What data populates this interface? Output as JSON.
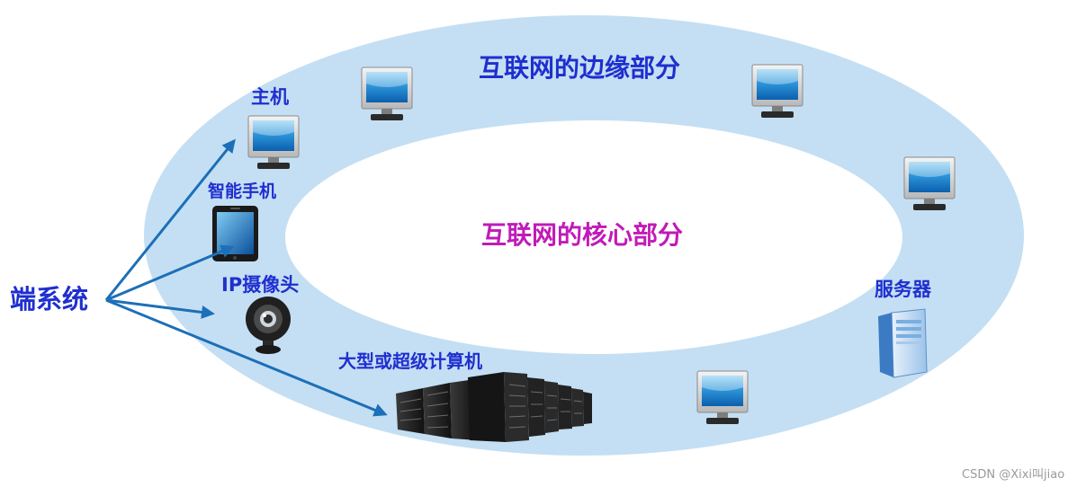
{
  "edge_title": "互联网的边缘部分",
  "core_title": "互联网的核心部分",
  "labels": {
    "host": "主机",
    "phone": "智能手机",
    "camera": "IP摄像头",
    "supercomputer": "大型或超级计算机",
    "server": "服务器",
    "end_system": "端系统"
  },
  "watermark": "CSDN @Xixi叫jiao",
  "colors": {
    "ring": "#c4dff3",
    "inner": "#ffffff",
    "label_blue": "#1f2fcf",
    "core_magenta": "#c11ab8",
    "arrow": "#1c6fb8"
  }
}
